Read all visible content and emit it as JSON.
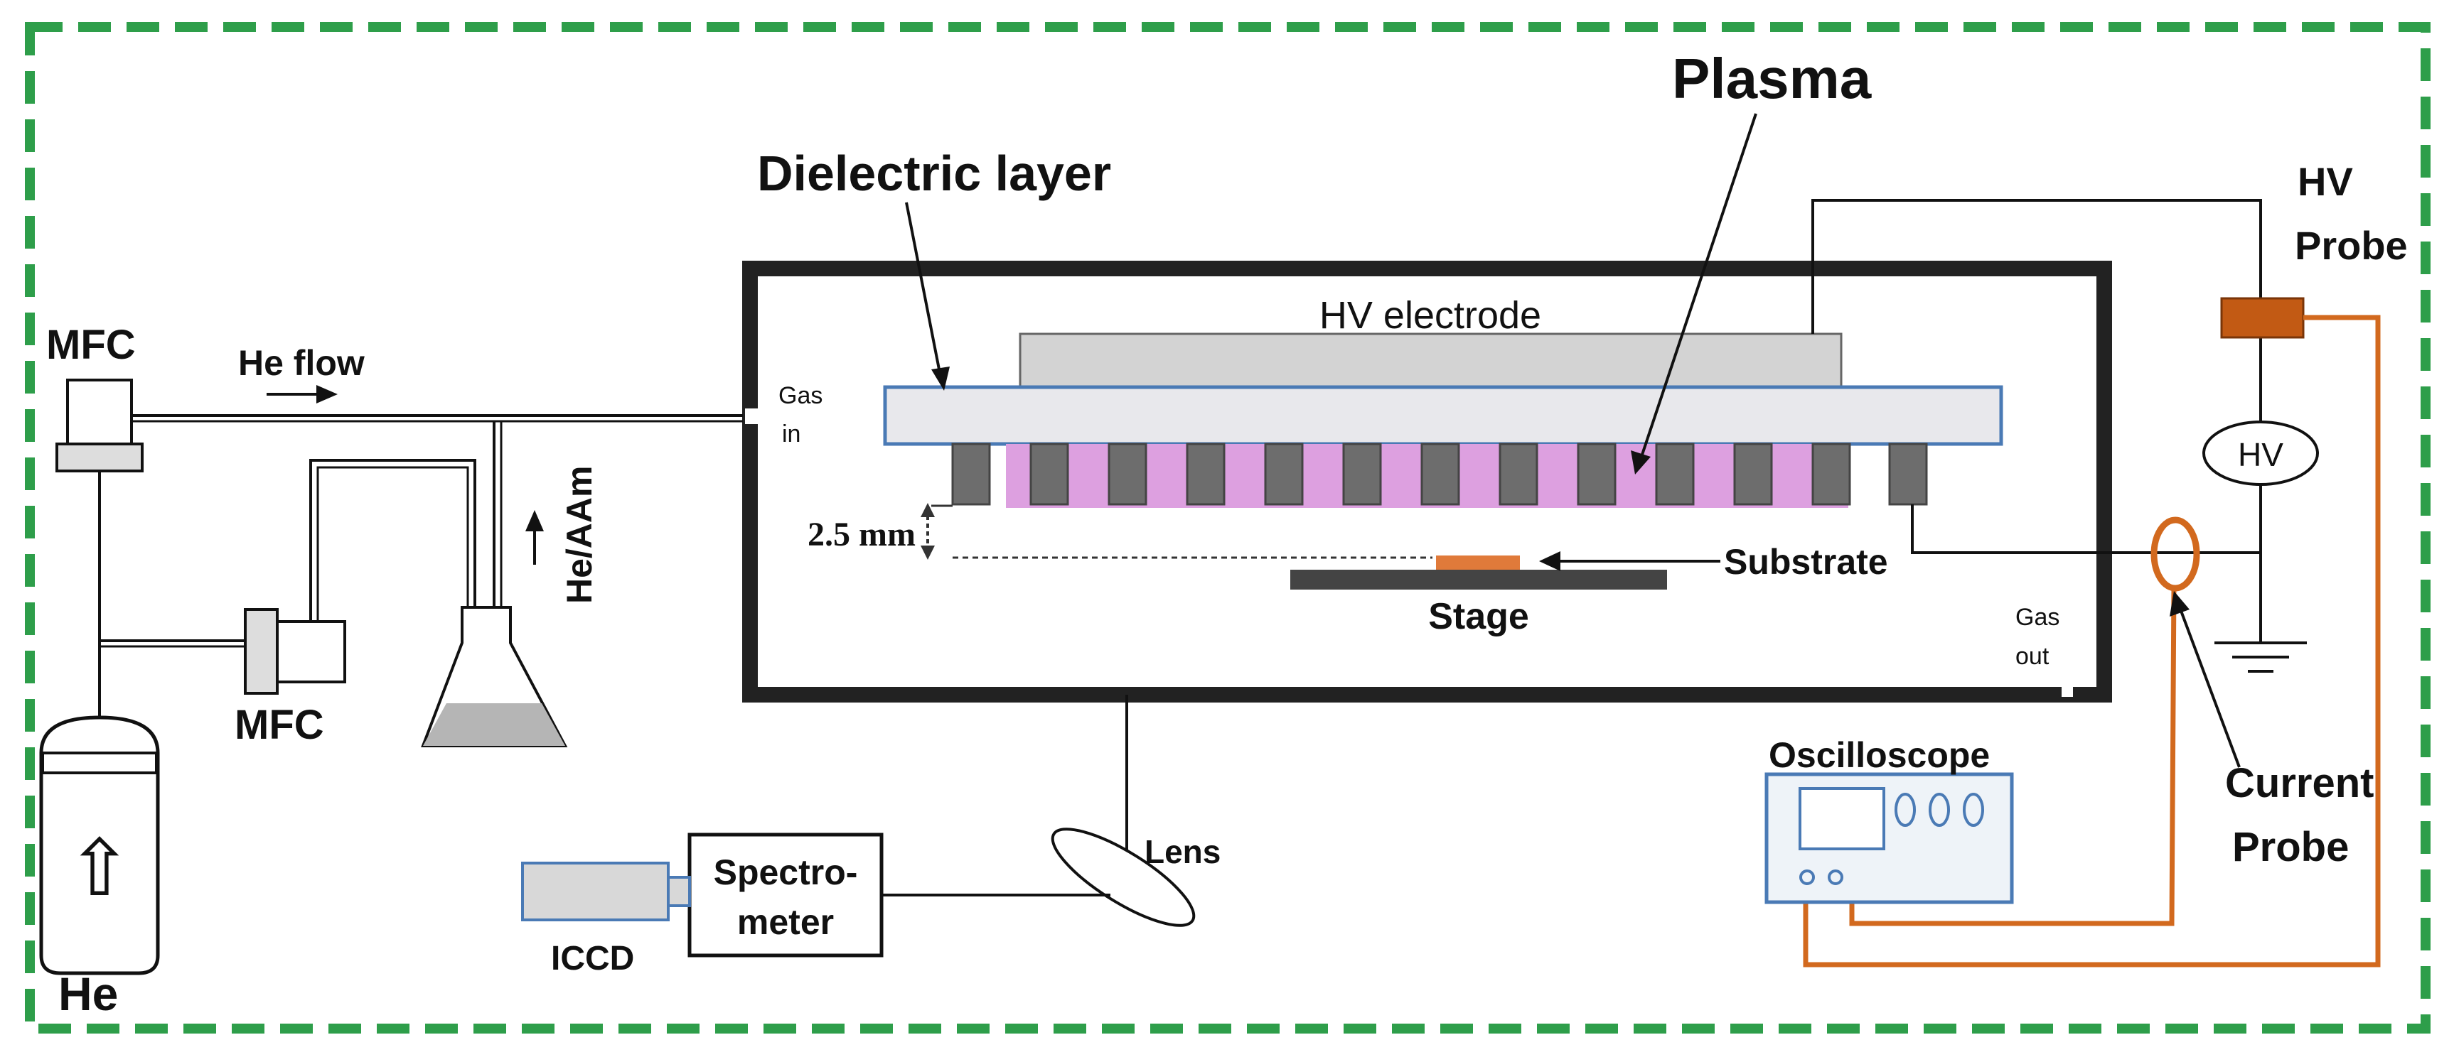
{
  "labels": {
    "plasma": "Plasma",
    "dielectric_layer": "Dielectric layer",
    "hv_electrode": "HV electrode",
    "hv_probe_line1": "HV",
    "hv_probe_line2": "Probe",
    "hv_source": "HV",
    "mfc_top": "MFC",
    "mfc_bottom": "MFC",
    "he_flow": "He flow",
    "gas_in_line1": "Gas",
    "gas_in_line2": "in",
    "gas_out_line1": "Gas",
    "gas_out_line2": "out",
    "gap": "2.5 mm",
    "substrate": "Substrate",
    "stage": "Stage",
    "he_aam": "He/AAm",
    "he": "He",
    "oscilloscope": "Oscilloscope",
    "current_probe_line1": "Current",
    "current_probe_line2": "Probe",
    "lens": "Lens",
    "spectrometer_line1": "Spectro-",
    "spectrometer_line2": "meter",
    "iccd": "ICCD",
    "cylinder_arrow": "⇧"
  },
  "colors": {
    "border_dashed": "#2e9e4a",
    "plasma": "#dda0e0",
    "dielectric_fill": "#e8e8ec",
    "dielectric_stroke": "#4a7ab5",
    "electrode_fill": "#d3d3d3",
    "ground_electrodes": "#6d6d6d",
    "probe_orange": "#d2691e",
    "substrate": "#e07a3a",
    "stage": "#444444",
    "liquid": "#b5b5b5"
  }
}
